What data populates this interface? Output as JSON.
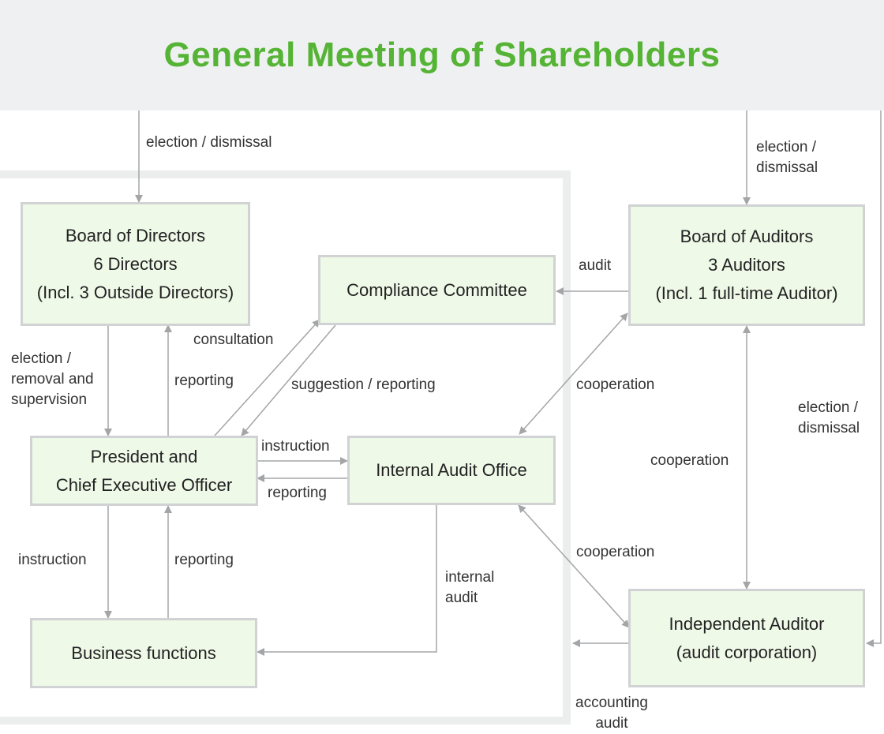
{
  "header": {
    "title": "General Meeting of Shareholders"
  },
  "boxes": {
    "board_directors": {
      "lines": [
        "Board of Directors",
        "6 Directors",
        "(Incl. 3 Outside Directors)"
      ]
    },
    "compliance": {
      "lines": [
        "Compliance Committee"
      ]
    },
    "board_auditors": {
      "lines": [
        "Board of Auditors",
        "3 Auditors",
        "(Incl. 1 full-time Auditor)"
      ]
    },
    "president": {
      "lines": [
        "President and",
        "Chief Executive Officer"
      ]
    },
    "internal_audit": {
      "lines": [
        "Internal Audit Office"
      ]
    },
    "business": {
      "lines": [
        "Business functions"
      ]
    },
    "independent_auditor": {
      "lines": [
        "Independent Auditor",
        "(audit corporation)"
      ]
    }
  },
  "labels": {
    "gms_to_board_directors": "election / dismissal",
    "gms_to_board_auditors": [
      "election /",
      "dismissal"
    ],
    "gms_to_independent_auditor": [
      "election /",
      "dismissal"
    ],
    "auditors_to_compliance": "audit",
    "directors_to_president": [
      "election /",
      "removal and",
      "supervision"
    ],
    "president_to_directors": "reporting",
    "consultation": "consultation",
    "suggestion_reporting": "suggestion / reporting",
    "auditors_internal_cooperation": "cooperation",
    "auditors_independent_cooperation": "cooperation",
    "internal_independent_cooperation": "cooperation",
    "president_to_internal": "instruction",
    "internal_to_president": "reporting",
    "president_to_business": "instruction",
    "business_to_president": "reporting",
    "internal_audit": [
      "internal",
      "audit"
    ],
    "accounting_audit": [
      "accounting",
      "audit"
    ]
  },
  "colors": {
    "title": "#55b435",
    "box_fill": "#eff9e8",
    "box_border": "#d0d2d3",
    "arrow": "#a3a5a7",
    "header_bg": "#eff0f1"
  }
}
